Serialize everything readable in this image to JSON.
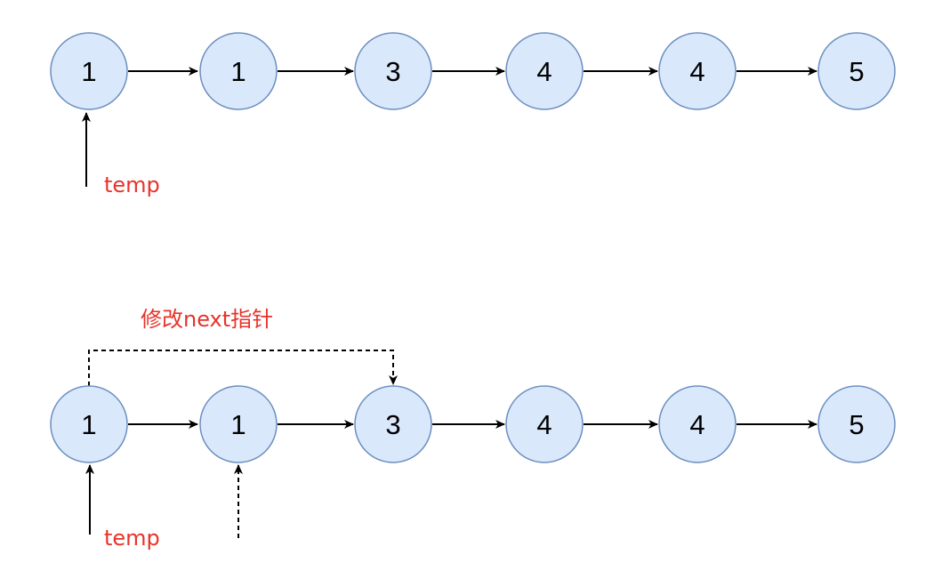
{
  "diagram": {
    "colors": {
      "node_fill": "#dae8fc",
      "node_stroke": "#6c8ebf",
      "label": "#e8332a",
      "line": "#000000"
    },
    "top_list": {
      "nodes": [
        "1",
        "1",
        "3",
        "4",
        "4",
        "5"
      ],
      "pointer_label": "temp"
    },
    "bottom_list": {
      "nodes": [
        "1",
        "1",
        "3",
        "4",
        "4",
        "5"
      ],
      "pointer_label": "temp",
      "change_label": "修改next指针"
    }
  }
}
